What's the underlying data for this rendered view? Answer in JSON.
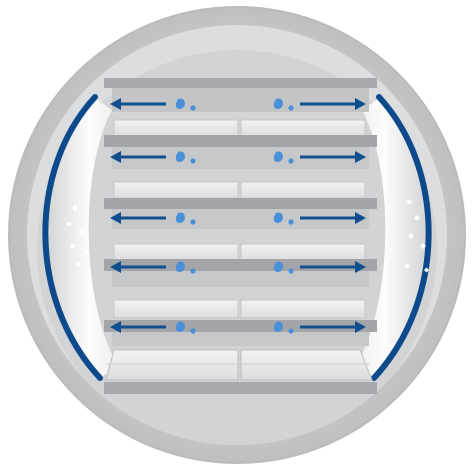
{
  "diagram": {
    "subject": "cabinet-airflow-illustration",
    "colors": {
      "background": "#ffffff",
      "outer_ring": "#c9cbcd",
      "outer_ring_light": "#e4e5e6",
      "inner_disc": "#d3d4d6",
      "shelf_top": "#a7a9ac",
      "shelf_front": "#8f9194",
      "tray": "#e8e9ea",
      "tray_edge": "#bcbec0",
      "arrow": "#0f4f8f",
      "droplet": "#4a90d9",
      "arc": "#0d4a8c",
      "sparkle": "#ffffff"
    },
    "shelves": [
      {
        "id": "shelf-1",
        "airflow": [
          "left",
          "right"
        ],
        "droplets": 2
      },
      {
        "id": "shelf-2",
        "airflow": [
          "left",
          "right"
        ],
        "droplets": 2
      },
      {
        "id": "shelf-3",
        "airflow": [
          "left",
          "right"
        ],
        "droplets": 2
      },
      {
        "id": "shelf-4",
        "airflow": [
          "left",
          "right"
        ],
        "droplets": 2
      },
      {
        "id": "shelf-5",
        "airflow": [
          "left",
          "right"
        ],
        "droplets": 2
      }
    ],
    "trays_per_row": 2,
    "side_arcs": [
      "left",
      "right"
    ],
    "icons": [
      "arrow-left-icon",
      "arrow-right-icon",
      "water-droplet-icon",
      "sparkle-icon"
    ]
  }
}
